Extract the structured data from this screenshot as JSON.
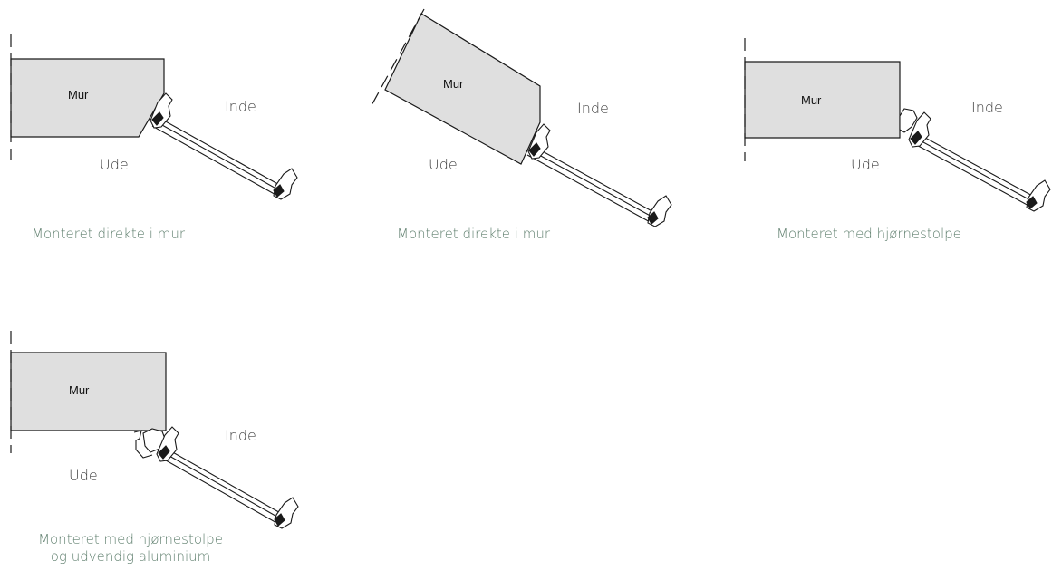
{
  "colors": {
    "wall_fill": "#dfdfdf",
    "line": "#1a1a1a",
    "caption": "#5f7f6e",
    "label": "#444444"
  },
  "labels": {
    "wall": "Mur",
    "inside": "Inde",
    "outside": "Ude"
  },
  "diagrams": [
    {
      "caption": "Monteret direkte i mur"
    },
    {
      "caption": "Monteret direkte i mur"
    },
    {
      "caption": "Monteret med hjørnestolpe"
    },
    {
      "caption_line1": "Monteret med hjørnestolpe",
      "caption_line2": "og udvendig aluminium"
    }
  ]
}
